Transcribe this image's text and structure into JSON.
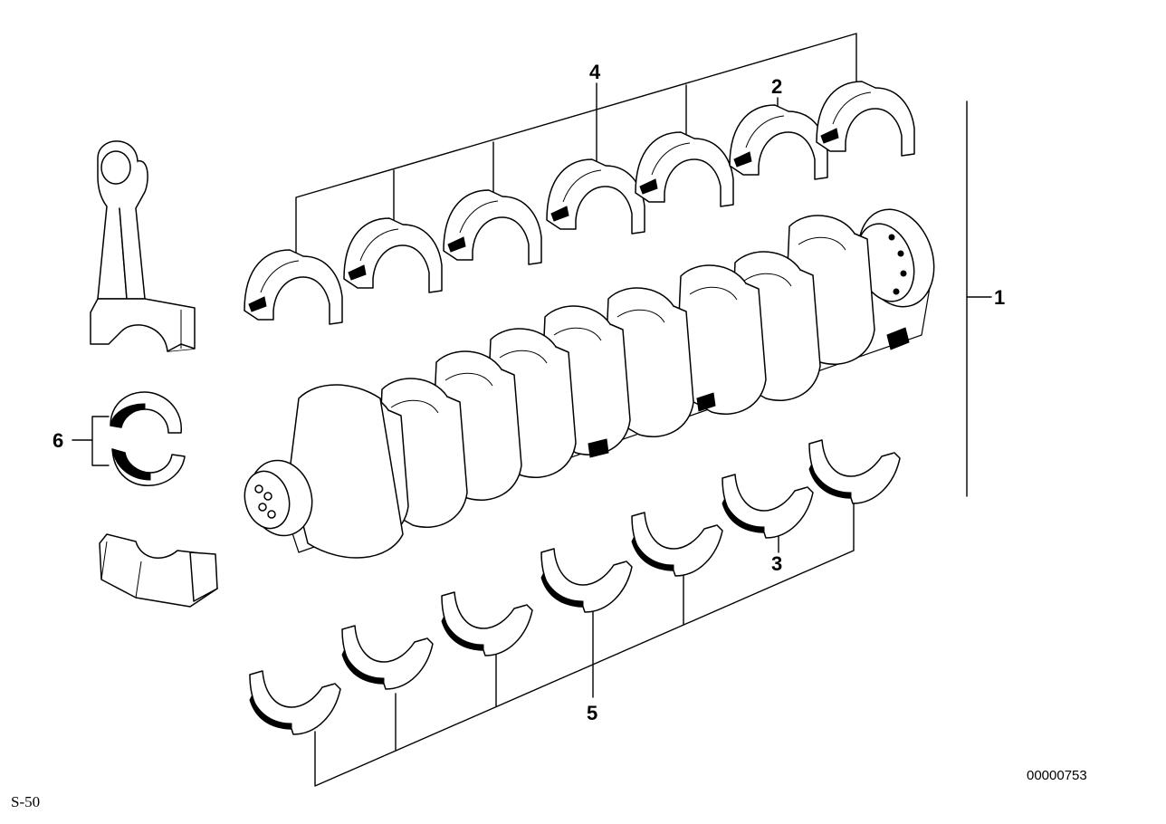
{
  "callouts": [
    {
      "label": "1"
    },
    {
      "label": "2"
    },
    {
      "label": "3"
    },
    {
      "label": "4"
    },
    {
      "label": "5"
    },
    {
      "label": "6"
    }
  ],
  "footer": {
    "page_code": "S-50",
    "diagram_number": "00000753"
  },
  "icons": {
    "crankshaft": "crankshaft-icon",
    "connecting_rod": "connecting-rod-icon",
    "bearing_cap": "bearing-cap-icon",
    "bearing_shell": "bearing-shell-icon"
  }
}
